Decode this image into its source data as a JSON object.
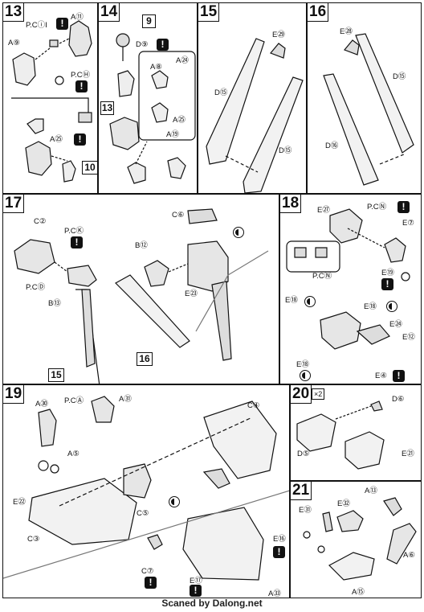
{
  "steps": {
    "s13": {
      "number": "13",
      "labels": {
        "a11": "A⑪",
        "pci": "P.CⓘI",
        "a9": "A⑨",
        "pch": "P.CⒽ",
        "a25": "A㉕"
      },
      "ref": "10"
    },
    "s14": {
      "number": "14",
      "labels": {
        "d9": "D⑨",
        "a8": "A⑧",
        "a24": "A㉔",
        "a25": "A㉕",
        "a19": "A⑲"
      },
      "refs": [
        "9",
        "13"
      ]
    },
    "s15": {
      "number": "15",
      "labels": {
        "e29": "E㉙",
        "d15a": "D⑮",
        "d15b": "D⑮"
      }
    },
    "s16": {
      "number": "16",
      "labels": {
        "e28": "E㉘",
        "d15a": "D⑮",
        "d16": "D⑯"
      }
    },
    "s17": {
      "number": "17",
      "labels": {
        "c2": "C②",
        "pck": "P.CⓀ",
        "pcd": "P.CⒹ",
        "b13": "B⑬",
        "c6": "C⑥",
        "b12": "B⑫",
        "e23": "E㉓"
      },
      "refs": [
        "15",
        "16"
      ]
    },
    "s18": {
      "number": "18",
      "labels": {
        "e27": "E㉗",
        "pcn1": "P.CⓃ",
        "e7": "E⑦",
        "e19": "E⑲",
        "pcn2": "P.CⓃ",
        "e18a": "E⑱",
        "e18b": "E⑱",
        "e24": "E㉔",
        "e12": "E⑫",
        "e18c": "E⑱",
        "e4": "E④"
      }
    },
    "s19": {
      "number": "19",
      "labels": {
        "a30": "A㉚",
        "pca": "P.CⒶ",
        "a31": "A㉛",
        "c4": "C④",
        "a5": "A⑤",
        "e22": "E㉒",
        "c5": "C⑤",
        "c3": "C③",
        "e16": "E⑯",
        "c7": "C⑦",
        "e17": "E⑰",
        "a33": "A㉝"
      }
    },
    "s20": {
      "number": "20",
      "multiplier": "×2",
      "labels": {
        "d6": "D⑥",
        "d5": "D⑤",
        "e21": "E㉑"
      }
    },
    "s21": {
      "number": "21",
      "labels": {
        "a13": "A⑬",
        "e31": "E㉛",
        "e32": "E㉜",
        "a6": "A⑥",
        "a15": "A⑮"
      }
    }
  },
  "footer": "Scaned by Dalong.net"
}
